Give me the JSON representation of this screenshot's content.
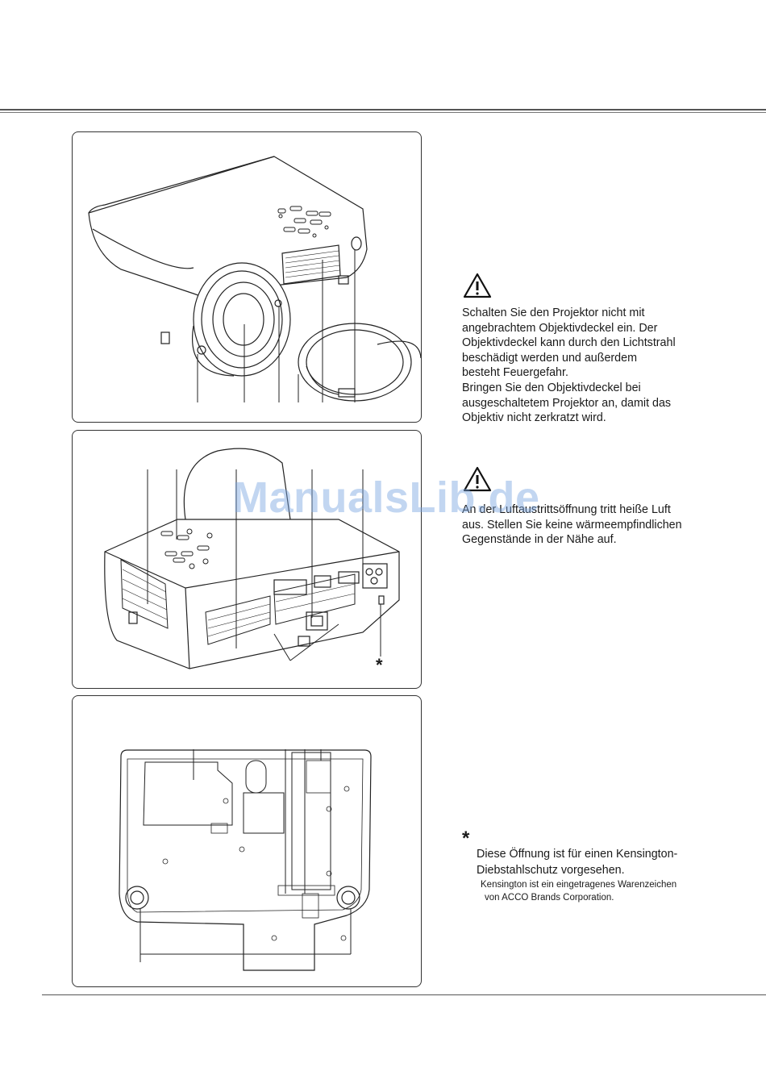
{
  "caution_1": {
    "icon": "warning-triangle-icon",
    "lines": [
      "Schalten Sie den Projektor nicht mit",
      "angebrachtem Objektivdeckel ein. Der",
      "Objektivdeckel kann durch den Lichtstrahl",
      "beschädigt werden und außerdem",
      "besteht Feuergefahr.",
      "Bringen Sie den Objektivdeckel bei",
      "ausgeschaltetem Projektor an, damit das",
      "Objektiv nicht zerkratzt wird."
    ]
  },
  "caution_2": {
    "icon": "warning-triangle-icon",
    "lines": [
      "An der Luftaustrittsöffnung tritt heiße Luft",
      "aus. Stellen Sie keine wärmeempfindlichen",
      "Gegenstände in der Nähe auf."
    ]
  },
  "kensington": {
    "marker": "*",
    "lines": [
      "Diese Öffnung ist für einen Kensington-",
      "Diebstahlschutz vorgesehen."
    ],
    "trademark_lines": [
      "Kensington ist ein eingetragenes Warenzeichen",
      "von ACCO Brands Corporation."
    ]
  },
  "rear_view": {
    "marker": "*"
  },
  "watermark": "ManualsLib.de"
}
